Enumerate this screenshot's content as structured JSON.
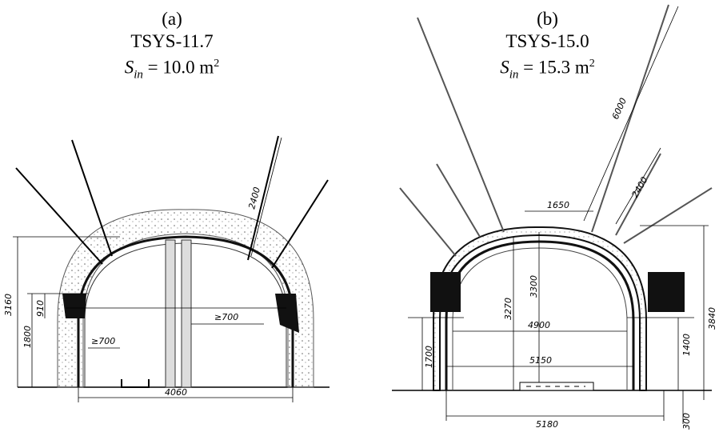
{
  "panels": [
    {
      "label": "(a)",
      "model": "TSYS-11.7",
      "area_symbol": "S",
      "area_sub": "in",
      "area_eq": " = 10.0 m",
      "area_sup": "2",
      "dims": {
        "bolt": "2400",
        "height": "3160",
        "side_height": "1800",
        "mid_height": "910",
        "clear_right": "≥700",
        "clear_left": "≥700",
        "width": "4060"
      }
    },
    {
      "label": "(b)",
      "model": "TSYS-15.0",
      "area_symbol": "S",
      "area_sub": "in",
      "area_eq": " = 15.3 m",
      "area_sup": "2",
      "dims": {
        "long_bolt": "6000",
        "short_bolt": "2400",
        "crown": "1650",
        "h_left": "3270",
        "h_center": "3300",
        "h_right": "3840",
        "w_upper": "4900",
        "side_left": "1700",
        "side_right": "1400",
        "w_mid": "5150",
        "w_base": "5180",
        "depth": "300"
      }
    }
  ]
}
